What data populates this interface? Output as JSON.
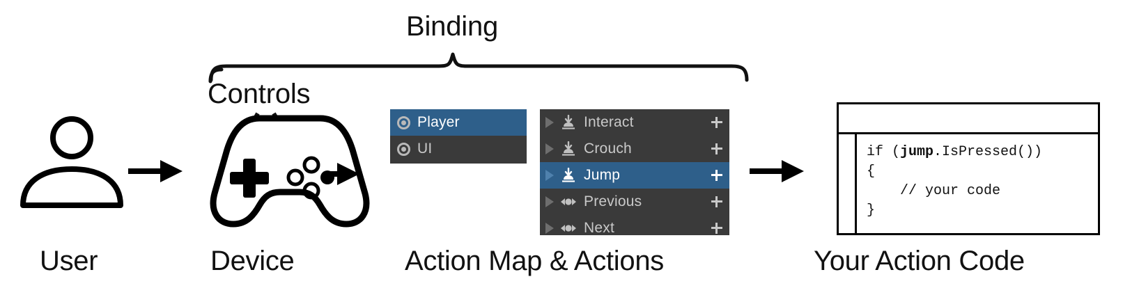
{
  "diagram": {
    "title_labels": {
      "binding": "Binding",
      "controls": "Controls"
    },
    "captions": {
      "user": "User",
      "device": "Device",
      "action_map": "Action Map & Actions",
      "code": "Your Action Code"
    }
  },
  "action_map_panel": {
    "rows": [
      {
        "label": "Player",
        "icon": "control-scheme-icon",
        "selected": true
      },
      {
        "label": "UI",
        "icon": "control-scheme-icon",
        "selected": false
      }
    ]
  },
  "actions_panel": {
    "add_label": "+",
    "rows": [
      {
        "label": "Interact",
        "icon": "button-action-icon",
        "selected": false
      },
      {
        "label": "Crouch",
        "icon": "button-action-icon",
        "selected": false
      },
      {
        "label": "Jump",
        "icon": "button-action-icon",
        "selected": true
      },
      {
        "label": "Previous",
        "icon": "axis-action-icon",
        "selected": false
      },
      {
        "label": "Next",
        "icon": "axis-action-icon",
        "selected": false
      }
    ]
  },
  "code_window": {
    "lines": [
      {
        "pre": "if (",
        "bold": "jump",
        "post": ".IsPressed())"
      },
      {
        "pre": "{",
        "bold": "",
        "post": ""
      },
      {
        "pre": "    // your code",
        "bold": "",
        "post": ""
      },
      {
        "pre": "}",
        "bold": "",
        "post": ""
      }
    ]
  },
  "colors": {
    "selection_blue": "#2e5f8a",
    "panel_dark": "#3a3a3a",
    "text_gray": "#c9c9c9",
    "ink": "#000000",
    "background": "#ffffff"
  }
}
